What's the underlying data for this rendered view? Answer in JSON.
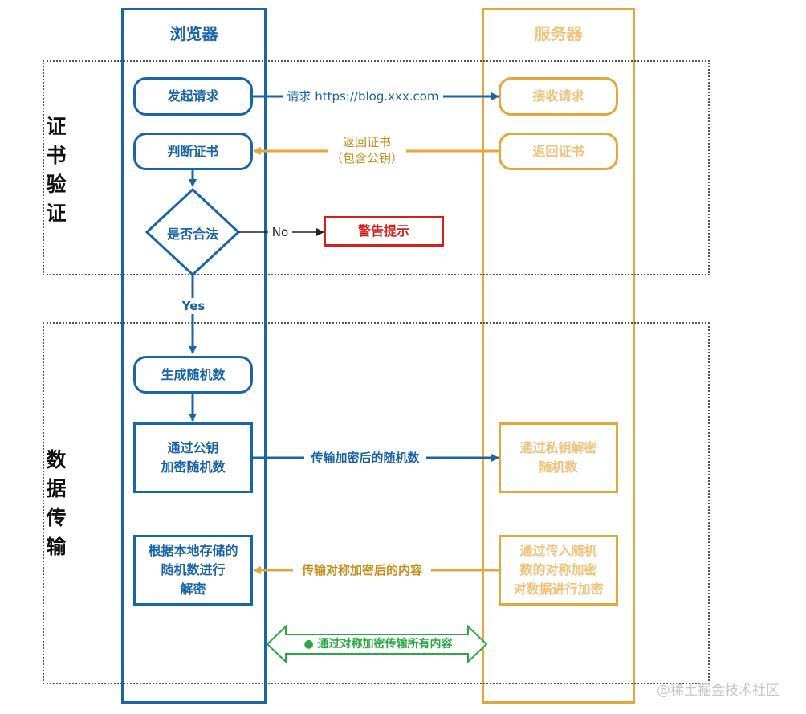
{
  "lanes": {
    "browser": "浏览器",
    "server": "服务器"
  },
  "sections": {
    "cert": "证书验证",
    "data": "数据传输"
  },
  "nodes": {
    "initiate_request": "发起请求",
    "receive_request": "接收请求",
    "verify_cert": "判断证书",
    "return_cert": "返回证书",
    "is_valid": "是否合法",
    "warning": "警告提示",
    "gen_random": "生成随机数",
    "encrypt_pubkey": [
      "通过公钥",
      "加密随机数"
    ],
    "decrypt_privkey": [
      "通过私钥解密",
      "随机数"
    ],
    "decrypt_local": [
      "根据本地存储的",
      "随机数进行",
      "解密"
    ],
    "sym_encrypt": [
      "通过传入随机",
      "数的对称加密",
      "对数据进行加密"
    ]
  },
  "edges": {
    "request": "请求 https://blog.xxx.com",
    "return_cert": [
      "返回证书",
      "（包含公钥）"
    ],
    "no": "No",
    "yes": "Yes",
    "send_encrypted_random": "传输加密后的随机数",
    "send_sym_content": "传输对称加密后的内容",
    "all_content": "通过对称加密传输所有内容"
  },
  "watermark": "@稀土掘金技术社区",
  "colors": {
    "browser": "#1a64a8",
    "server": "#e2a93a",
    "server_text": "#f0c27a",
    "warning": "#d0231f",
    "final": "#2aa845"
  }
}
